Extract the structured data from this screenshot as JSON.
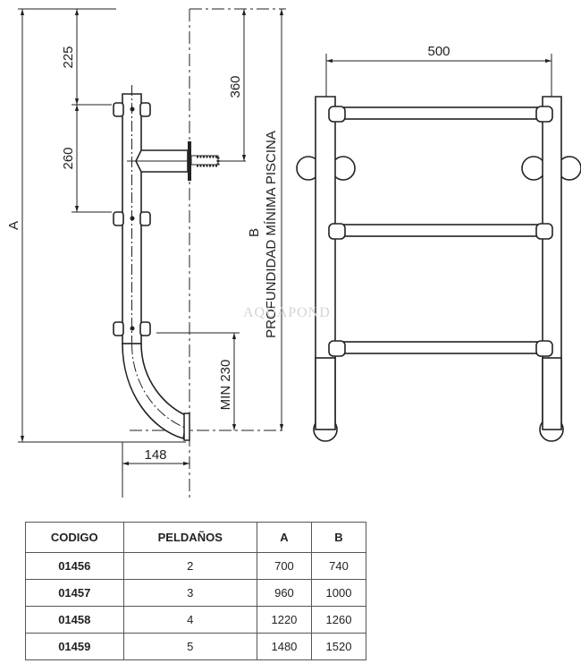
{
  "watermark": "AQUAPOND",
  "side_view": {
    "dim_A": "A",
    "dim_225": "225",
    "dim_260": "260",
    "dim_360": "360",
    "dim_B": "B",
    "pool_depth_label": "PROFUNDIDAD MÍNIMA PISCINA",
    "dim_min230": "MIN 230",
    "dim_148": "148"
  },
  "front_view": {
    "dim_500": "500"
  },
  "table": {
    "headers": [
      "CODIGO",
      "PELDAÑOS",
      "A",
      "B"
    ],
    "rows": [
      [
        "01456",
        "2",
        "700",
        "740"
      ],
      [
        "01457",
        "3",
        "960",
        "1000"
      ],
      [
        "01458",
        "4",
        "1220",
        "1260"
      ],
      [
        "01459",
        "5",
        "1480",
        "1520"
      ]
    ]
  }
}
